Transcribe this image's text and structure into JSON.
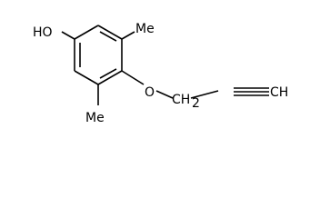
{
  "molecule": {
    "labels": {
      "hydroxyl": "HO",
      "methyl_top": "Me",
      "methyl_bottom": "Me",
      "ether_oxygen": "O",
      "alkyne_terminal": "CH"
    }
  },
  "colors": {
    "background": "#ffffff",
    "ink": "#000000"
  }
}
